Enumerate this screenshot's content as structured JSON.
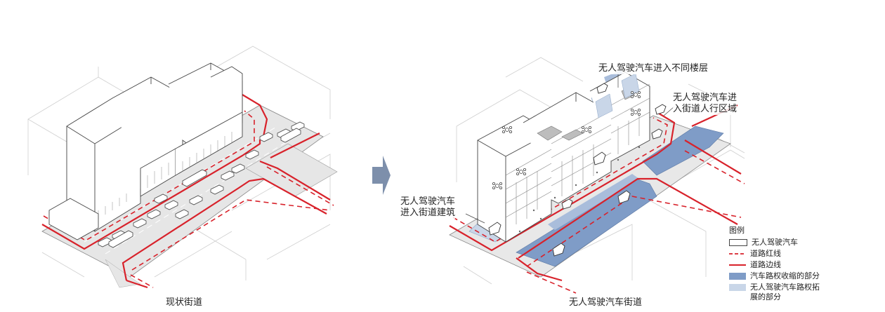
{
  "captions": {
    "left": "现状街道",
    "right": "无人驾驶汽车街道"
  },
  "annotations": {
    "floors": "无人驾驶汽车进入不同楼层",
    "pedestrian_line1": "无人驾驶汽车进",
    "pedestrian_line2": "入街道人行区域",
    "building_line1": "无人驾驶汽车",
    "building_line2": "进入街道建筑"
  },
  "legend": {
    "title": "图例",
    "items": [
      {
        "label": "无人驾驶汽车",
        "swatch": "vehicle-box"
      },
      {
        "label": "道路红线",
        "swatch": "red-dashed"
      },
      {
        "label": "道路边线",
        "swatch": "red-solid"
      },
      {
        "label": "汽车路权收缩的部分",
        "swatch": "dark-blue"
      },
      {
        "label": "无人驾驶汽车路权拓",
        "label_cont": "展的部分",
        "swatch": "light-blue"
      }
    ]
  },
  "colors": {
    "red": "#d8222b",
    "dark_blue": "#7f9cc7",
    "light_blue": "#c9d6e8",
    "arrow": "#7d8fab",
    "road": "#e6e6e6",
    "line": "#555555"
  },
  "icons": [
    "arrow-right-icon",
    "drone-icon"
  ]
}
